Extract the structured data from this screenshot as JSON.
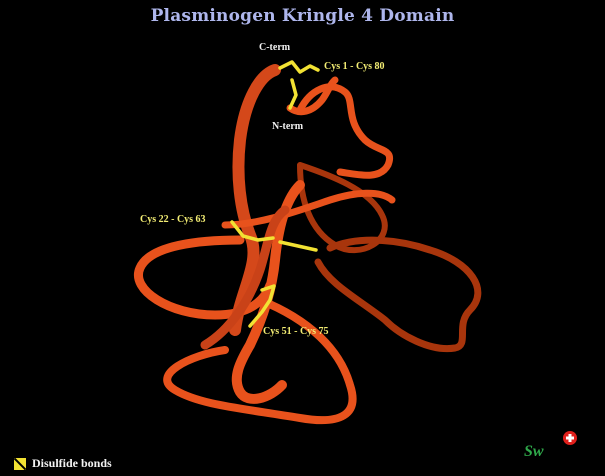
{
  "title": "Plasminogen Kringle 4 Domain",
  "labels": {
    "c_term": "C-term",
    "n_term": "N-term",
    "bond_1": "Cys 1 - Cys 80",
    "bond_2": "Cys 22 - Cys 63",
    "bond_3": "Cys 51 - Cys 75"
  },
  "legend": {
    "label": "Disulfide bonds"
  },
  "logo": {
    "text": "Sw"
  },
  "colors": {
    "background": "#000000",
    "ribbon": "#e8521c",
    "ribbon_shade": "#a8350c",
    "disulfide": "#f2e233",
    "title": "#aeb6ec"
  }
}
